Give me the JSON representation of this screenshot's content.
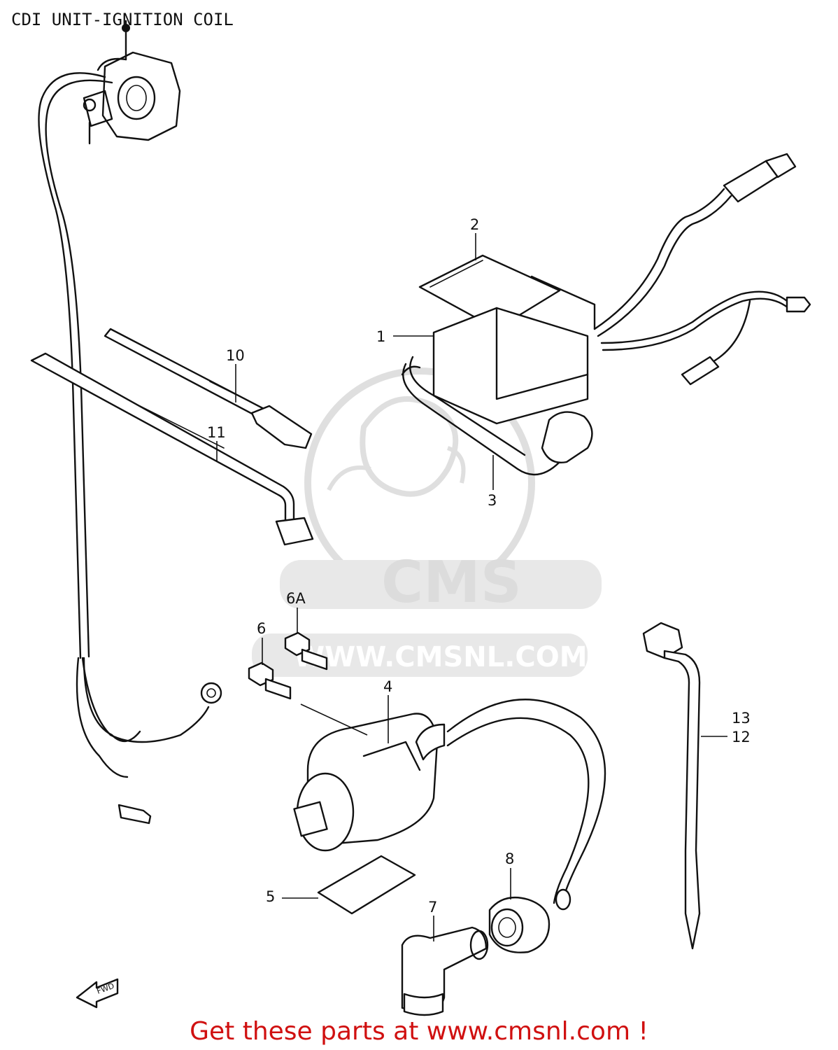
{
  "page": {
    "title": "CDI UNIT-IGNITION COIL",
    "footer_text": "Get these parts at www.cmsnl.com !"
  },
  "watermark": {
    "brand": "CMS",
    "url": "WWW.CMSNL.COM"
  },
  "callouts": {
    "c1": "1",
    "c2": "2",
    "c3": "3",
    "c4": "4",
    "c5": "5",
    "c6": "6",
    "c6a": "6A",
    "c7": "7",
    "c8": "8",
    "c10": "10",
    "c11": "11",
    "c12": "12",
    "c13": "13"
  },
  "direction_marker": {
    "label": "FWD",
    "icon": "forward-arrow-icon"
  },
  "colors": {
    "line": "#111111",
    "footer": "#d01010",
    "watermark": "#d9d9d9"
  }
}
